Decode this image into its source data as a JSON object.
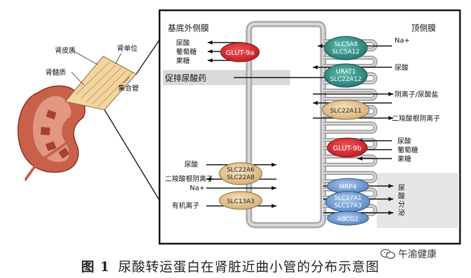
{
  "labels": {
    "basolateral": "基底外侧膜",
    "apical": "顶侧膜",
    "renal_cortex": "肾皮质",
    "renal_medulla": "肾髓质",
    "nephron": "肾单位",
    "collecting_duct": "集合管",
    "uricosuric": "促排尿酸药"
  },
  "basolateral_left": {
    "glut9a_substrates": [
      "尿酸",
      "葡萄糖",
      "果糖"
    ],
    "slc22a6_in": "尿酸",
    "slc22a6_out": "二羧酸根阴离子",
    "slc13a3_na": "Na+",
    "slc13a3_out": "有机离子"
  },
  "apical_right": {
    "na": "Na+",
    "uric_acid": "尿酸",
    "anion": "阴离子/尿酸盐",
    "dicarboxylate": "二羧酸根阴离子",
    "glut9b_substrates": [
      "尿酸",
      "葡萄糖",
      "果糖"
    ],
    "secretion": "尿酸分泌"
  },
  "transporters": {
    "glut9a": "GLUT-9a",
    "slc5a8": "SLC5A8",
    "slc5a12": "SLC5A12",
    "urat1": "URAT1",
    "slc22a12": "SLC22A12",
    "slc22a11": "SLC22A11",
    "glut9b": "GLUT-9b",
    "slc22a6": "SLC22A6",
    "slc22a8": "SLC22A8",
    "slc13a3": "SLC13A3",
    "mrp4": "MRP4",
    "slc17a1": "SLC17A1",
    "slc17a3": "SLC17A3",
    "abcg2": "ABCG2"
  },
  "colors": {
    "red": "#d9252c",
    "teal": "#2f8f86",
    "tan": "#e8c99a",
    "blue": "#6f9cd3",
    "membrane": "#a8a8a8",
    "kidney": "#c9604a"
  },
  "caption": {
    "figure": "图 1",
    "text": "尿酸转运蛋白在肾脏近曲小管的分布示意图"
  },
  "watermark": "午渝健康"
}
